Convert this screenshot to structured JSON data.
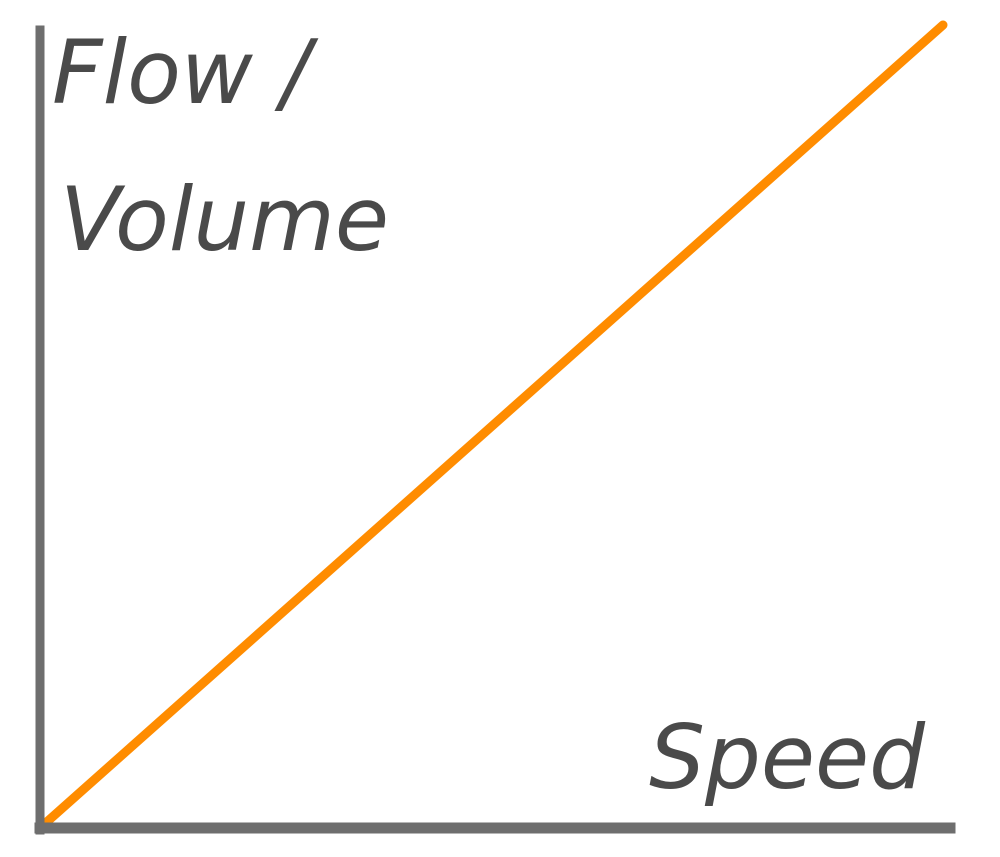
{
  "chart_data": {
    "type": "line",
    "title": "",
    "xlabel": "Speed",
    "ylabel_lines": [
      "Flow /",
      "Volume"
    ],
    "xlim": [
      0,
      1
    ],
    "ylim": [
      0,
      1
    ],
    "grid": false,
    "series": [
      {
        "color": "#ff8c00",
        "x": [
          0,
          1
        ],
        "y": [
          0,
          1
        ]
      }
    ]
  },
  "colors": {
    "axis": "#6e6e6e",
    "line": "#ff8c00",
    "label": "#4a4a4a"
  }
}
